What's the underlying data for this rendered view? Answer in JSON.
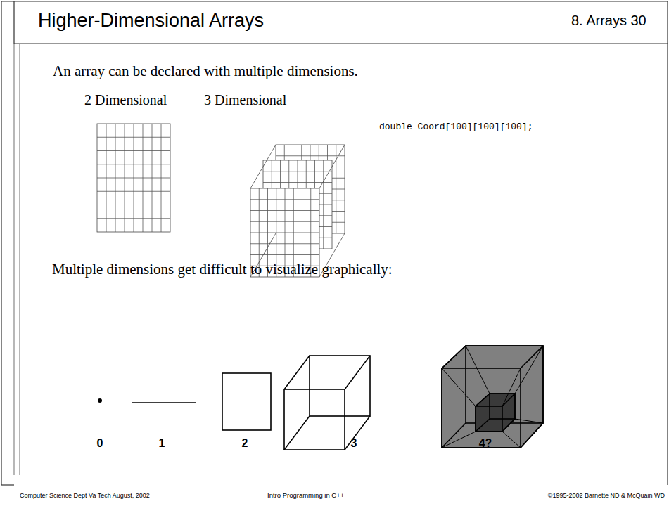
{
  "diagram": {
    "title": "Higher-Dimensional Arrays",
    "labels": [
      "8. Arrays 30",
      "An array can be declared with multiple dimensions.",
      "2 Dimensional",
      "3 Dimensional",
      "double Coord[100][100][100];",
      "Multiple dimensions get difficult to visualize graphically:",
      "0",
      "1",
      "2",
      "3",
      "4?",
      "Computer Science Dept Va Tech August, 2002",
      "Intro Programming in C++",
      "©1995-2002 Barnette ND & McQuain WD"
    ]
  }
}
